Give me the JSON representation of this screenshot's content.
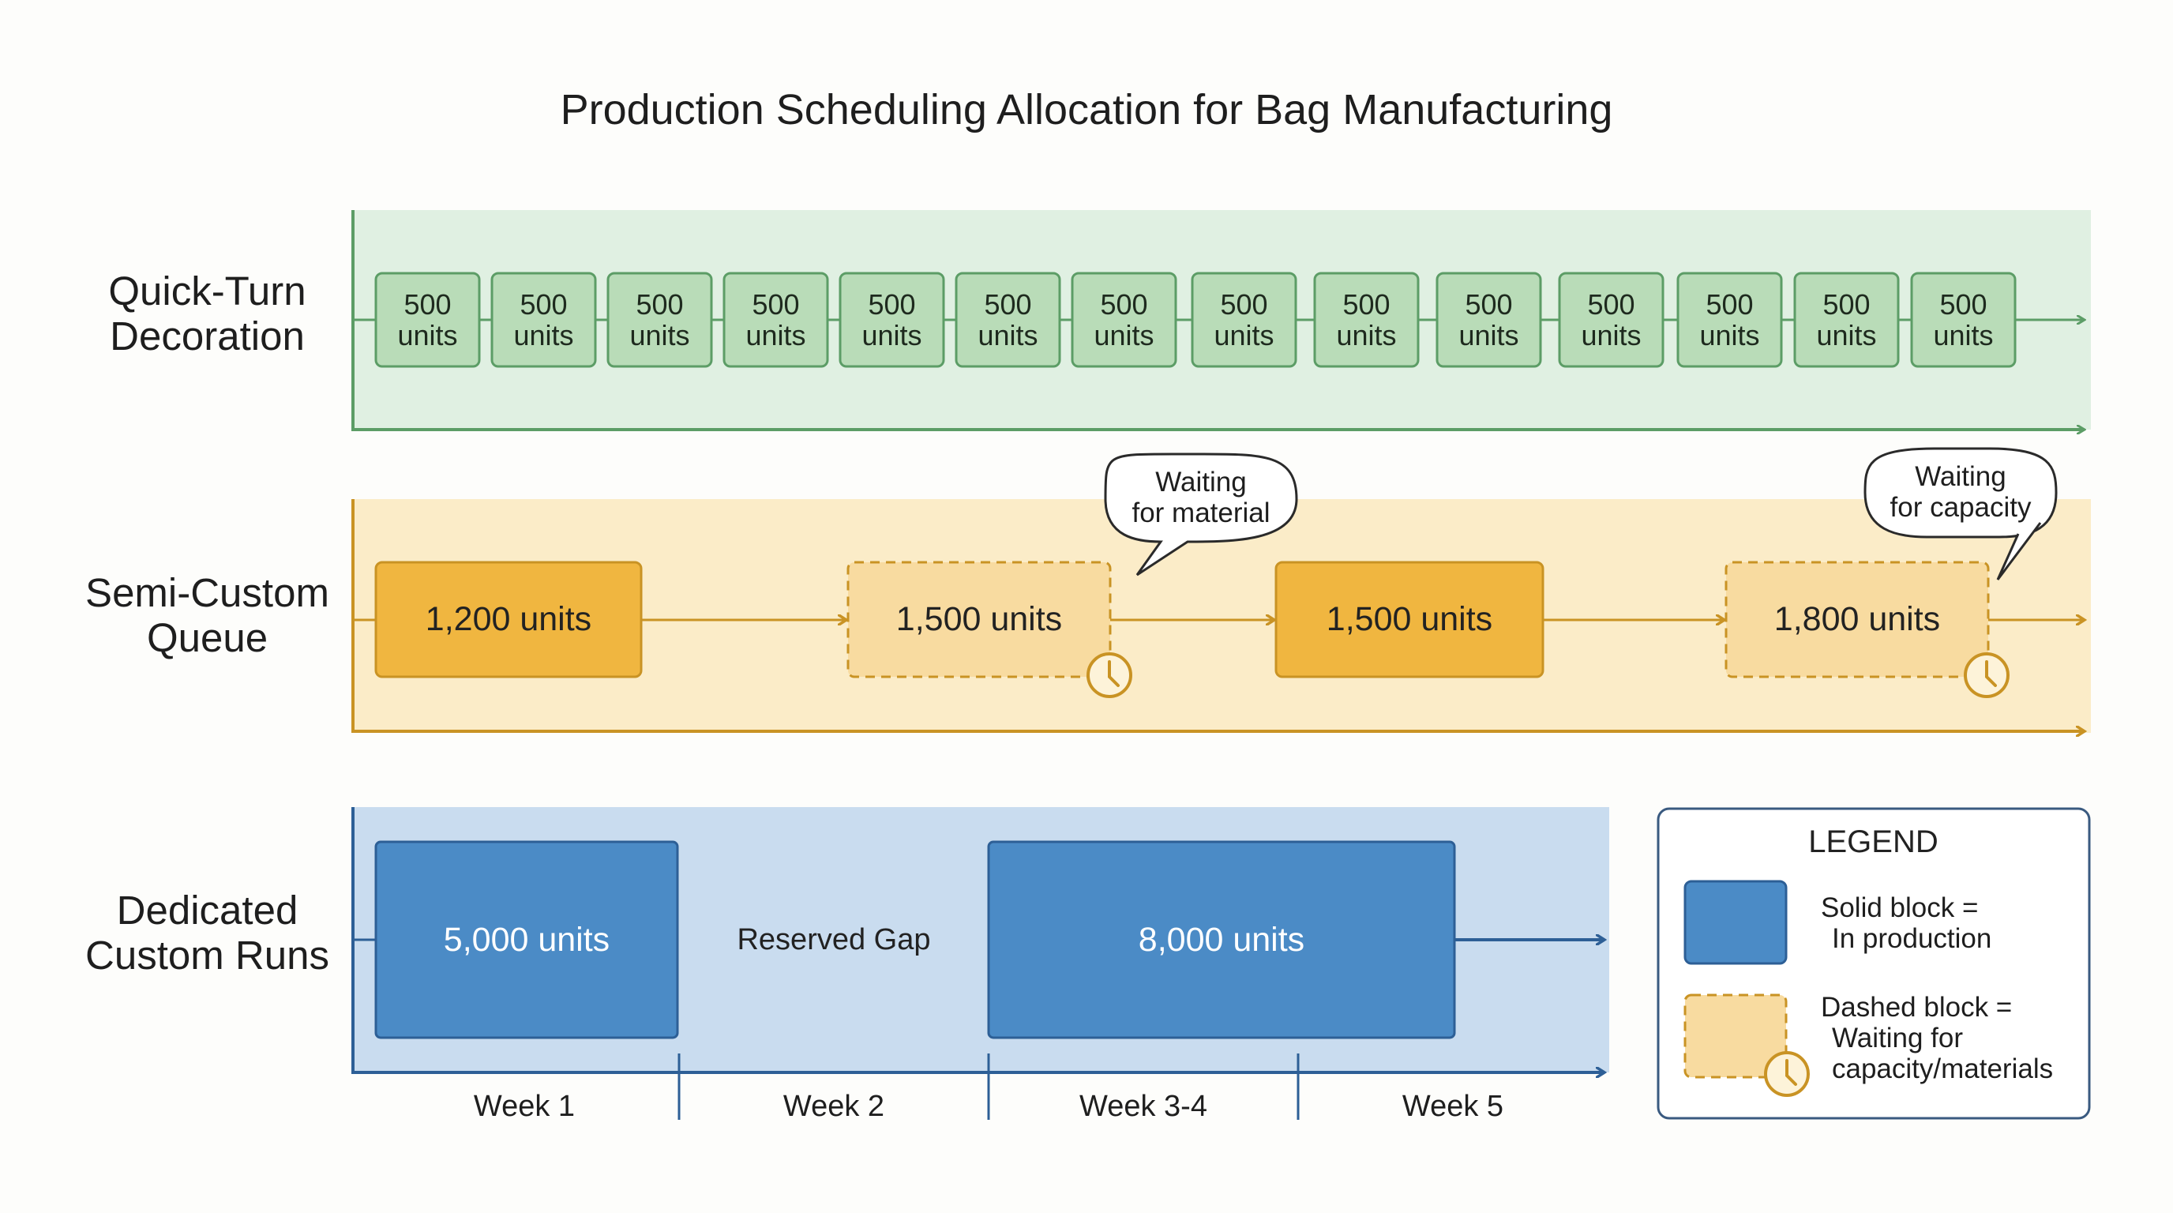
{
  "title": "Production Scheduling Allocation for Bag Manufacturing",
  "lanes": {
    "quick_turn": {
      "label_line1": "Quick-Turn",
      "label_line2": "Decoration",
      "batches": [
        {
          "value": "500",
          "unit": "units"
        },
        {
          "value": "500",
          "unit": "units"
        },
        {
          "value": "500",
          "unit": "units"
        },
        {
          "value": "500",
          "unit": "units"
        },
        {
          "value": "500",
          "unit": "units"
        },
        {
          "value": "500",
          "unit": "units"
        },
        {
          "value": "500",
          "unit": "units"
        },
        {
          "value": "500",
          "unit": "units"
        },
        {
          "value": "500",
          "unit": "units"
        },
        {
          "value": "500",
          "unit": "units"
        },
        {
          "value": "500",
          "unit": "units"
        },
        {
          "value": "500",
          "unit": "units"
        },
        {
          "value": "500",
          "unit": "units"
        },
        {
          "value": "500",
          "unit": "units"
        }
      ]
    },
    "semi_custom": {
      "label_line1": "Semi-Custom",
      "label_line2": "Queue",
      "blocks": [
        {
          "label": "1,200 units",
          "status": "in-production"
        },
        {
          "label": "1,500 units",
          "status": "waiting"
        },
        {
          "label": "1,500 units",
          "status": "in-production"
        },
        {
          "label": "1,800 units",
          "status": "waiting"
        }
      ],
      "callouts": [
        {
          "line1": "Waiting",
          "line2": "for material"
        },
        {
          "line1": "Waiting",
          "line2": "for capacity"
        }
      ]
    },
    "dedicated": {
      "label_line1": "Dedicated",
      "label_line2": "Custom Runs",
      "blocks": [
        {
          "label": "5,000 units"
        },
        {
          "label": "8,000 units"
        }
      ],
      "gap_label": "Reserved Gap"
    }
  },
  "weeks": [
    "Week 1",
    "Week 2",
    "Week 3-4",
    "Week 5"
  ],
  "legend": {
    "title": "LEGEND",
    "solid_line1": "Solid block =",
    "solid_line2": "In production",
    "dashed_line1": "Dashed block =",
    "dashed_line2": "Waiting for",
    "dashed_line3": "capacity/materials"
  },
  "colors": {
    "quick_turn_bg": "#e0f0e2",
    "quick_turn_box": "#b9dcb8",
    "quick_turn_line": "#5c9d66",
    "semi_bg": "#fbecc8",
    "semi_solid": "#f0b640",
    "semi_dashed": "#f8dba0",
    "semi_line": "#c99324",
    "dedicated_bg": "#c9dcef",
    "dedicated_block": "#4b8bc6",
    "dedicated_line": "#2d5f96"
  }
}
